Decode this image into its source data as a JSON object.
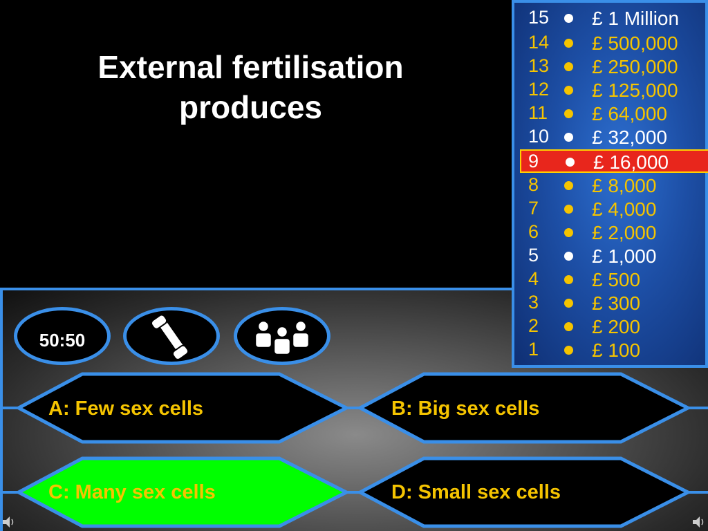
{
  "question": {
    "text": "External fertilisation produces"
  },
  "lifelines": {
    "fifty_fifty": "50:50",
    "phone_icon": "phone-icon",
    "audience_icon": "audience-icon"
  },
  "ladder": [
    {
      "level": "15",
      "amount": "£ 1 Million",
      "style": "white"
    },
    {
      "level": "14",
      "amount": "£ 500,000",
      "style": "gold"
    },
    {
      "level": "13",
      "amount": "£ 250,000",
      "style": "gold"
    },
    {
      "level": "12",
      "amount": "£ 125,000",
      "style": "gold"
    },
    {
      "level": "11",
      "amount": "£ 64,000",
      "style": "gold"
    },
    {
      "level": "10",
      "amount": "£ 32,000",
      "style": "white"
    },
    {
      "level": "9",
      "amount": "£ 16,000",
      "style": "current"
    },
    {
      "level": "8",
      "amount": "£ 8,000",
      "style": "gold"
    },
    {
      "level": "7",
      "amount": "£ 4,000",
      "style": "gold"
    },
    {
      "level": "6",
      "amount": "£ 2,000",
      "style": "gold"
    },
    {
      "level": "5",
      "amount": "£ 1,000",
      "style": "white"
    },
    {
      "level": "4",
      "amount": "£ 500",
      "style": "gold"
    },
    {
      "level": "3",
      "amount": "£ 300",
      "style": "gold"
    },
    {
      "level": "2",
      "amount": "£ 200",
      "style": "gold"
    },
    {
      "level": "1",
      "amount": "£ 100",
      "style": "gold"
    }
  ],
  "answers": {
    "a": {
      "text": "A:  Few sex cells",
      "state": "normal"
    },
    "b": {
      "text": "B:  Big sex cells",
      "state": "normal"
    },
    "c": {
      "text": "C:  Many sex cells",
      "state": "selected"
    },
    "d": {
      "text": "D:  Small sex cells",
      "state": "normal"
    }
  },
  "colors": {
    "accent": "#3a8fe8",
    "gold": "#f5c400",
    "current": "#e8261c",
    "selected": "#00ff00"
  }
}
